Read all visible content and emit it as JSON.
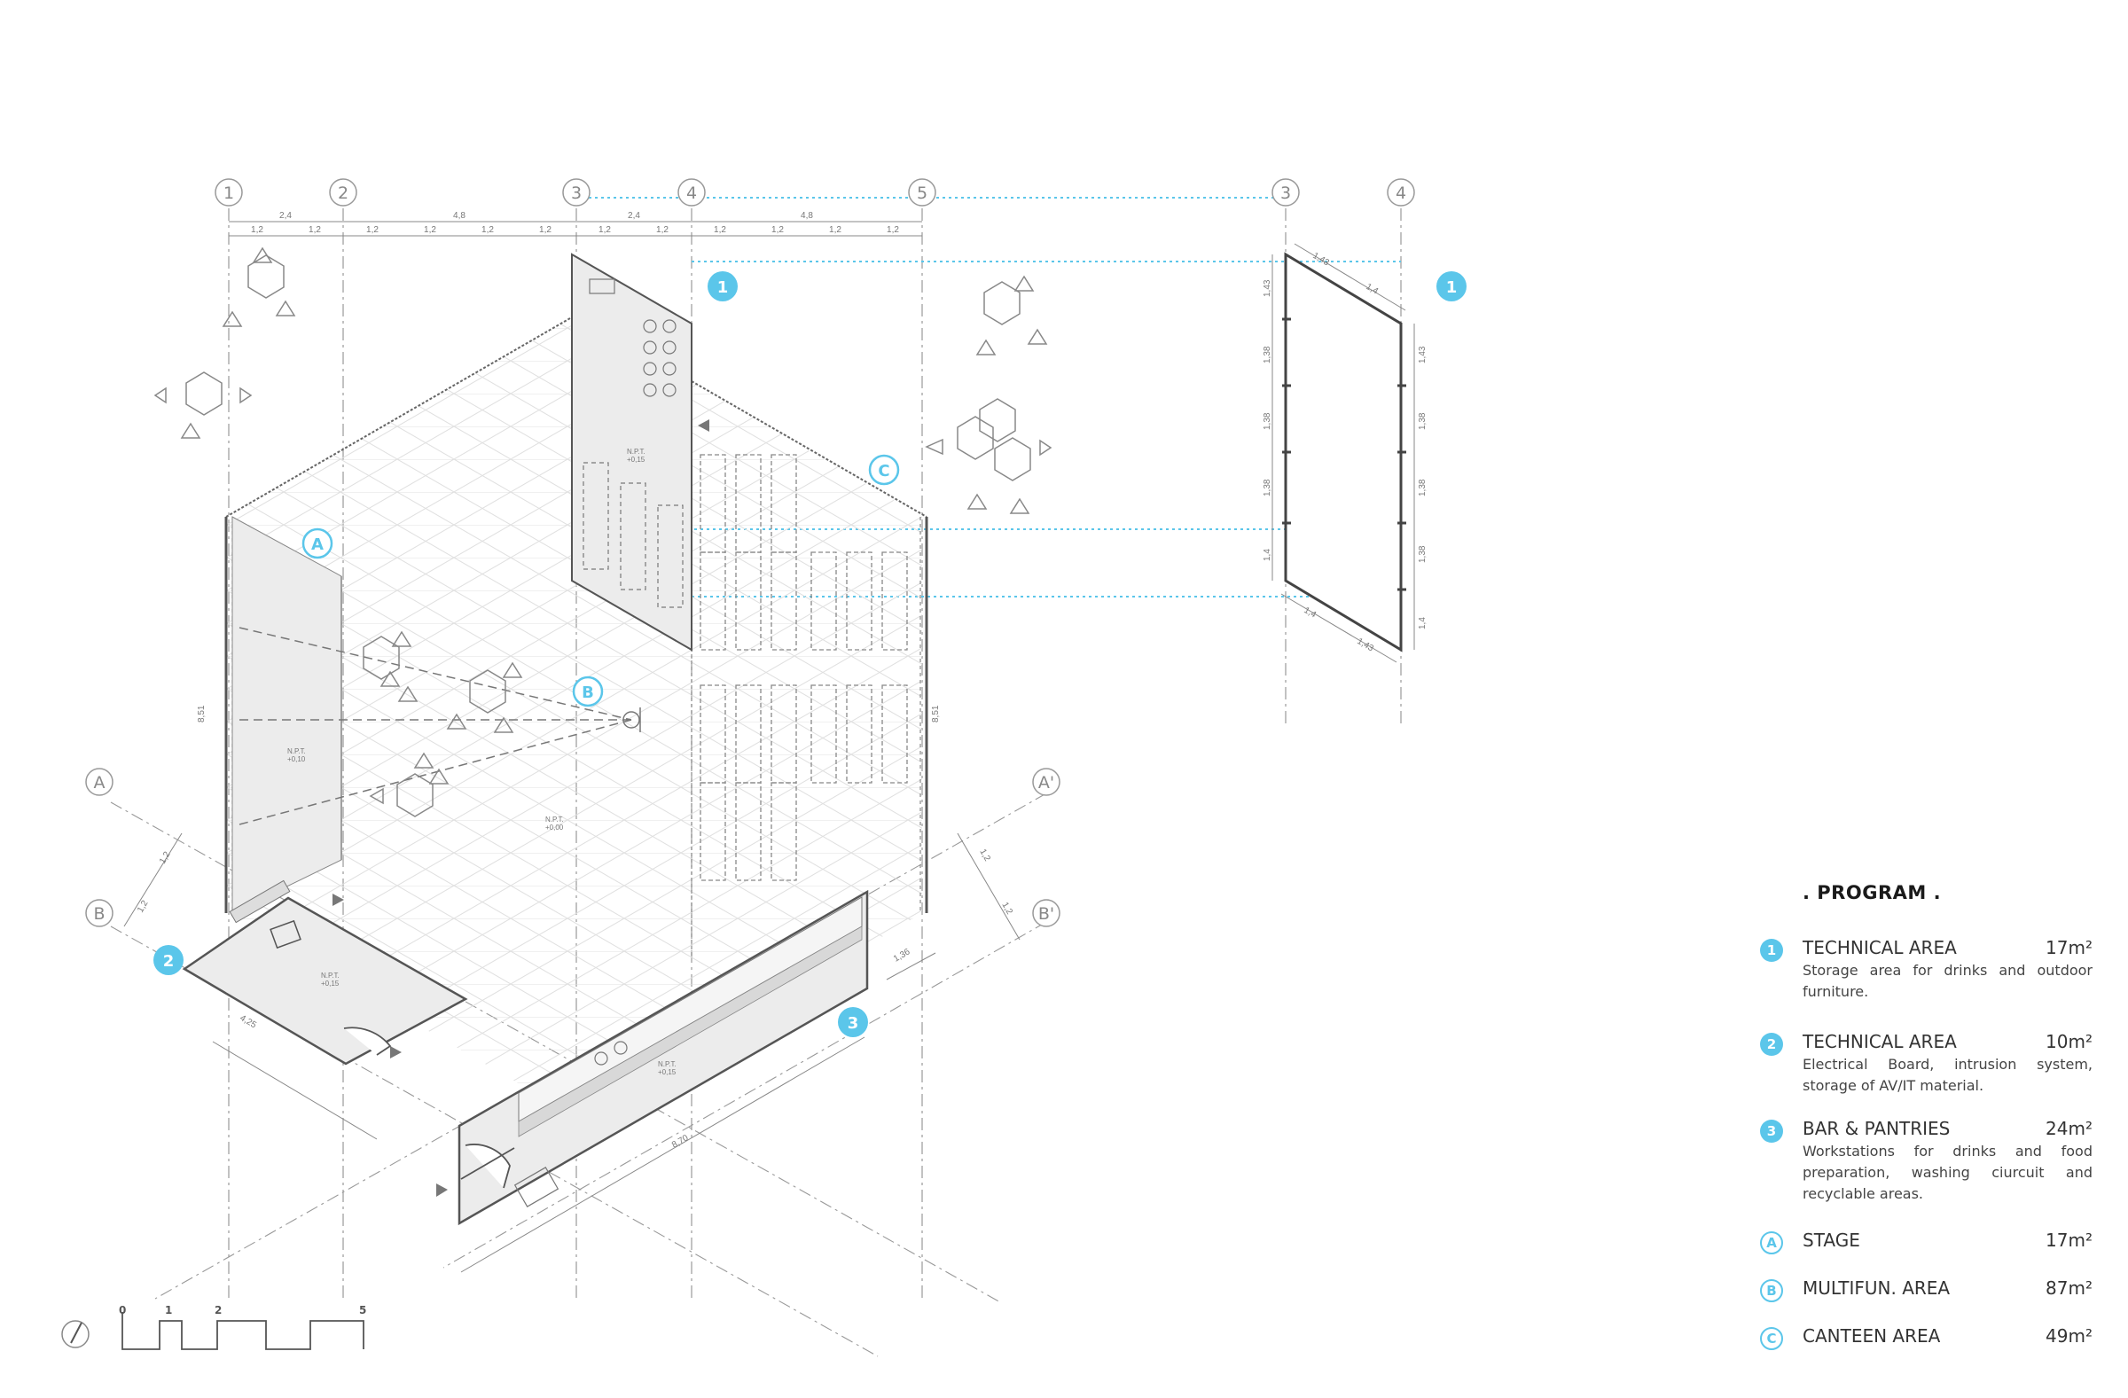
{
  "grid_top": {
    "numbers": [
      "1",
      "2",
      "3",
      "4",
      "5"
    ],
    "side_numbers": [
      "3",
      "4"
    ]
  },
  "dims_top": {
    "major": [
      "2,4",
      "4,8",
      "2,4",
      "4,8"
    ],
    "minor": [
      "1,2",
      "1,2",
      "1,2",
      "1,2",
      "1,2",
      "1,2",
      "1,2",
      "1,2",
      "1,2",
      "1,2",
      "1,2",
      "1,2"
    ]
  },
  "side_elevation": {
    "dims_left": [
      "1,43",
      "1,38",
      "1,38",
      "1,38",
      "1,4"
    ],
    "dims_right": [
      "1,43",
      "1,38",
      "1,38",
      "1,38",
      "1,4"
    ],
    "dims_top": [
      "1,43",
      "1,4"
    ],
    "dims_bottom": [
      "1,4",
      "1,43"
    ]
  },
  "grid_letters": {
    "a": "A",
    "b": "B",
    "a_prime": "A'",
    "b_prime": "B'"
  },
  "dims_diag": {
    "left_a": "1,2",
    "left_b": "1,2",
    "right_a": "1,2",
    "right_b": "1,2",
    "tech2": "4,25",
    "bar": "8,70",
    "bar_w": "1,36"
  },
  "height_dims": {
    "left": "8,51",
    "right": "8,51"
  },
  "level_labels": {
    "l1": "+0,15",
    "l2": "+0,10",
    "l3": "+0,00",
    "l4": "+0,15",
    "l5": "+0,15",
    "npt": "N.P.T."
  },
  "area_markers": {
    "one": "1",
    "two": "2",
    "three": "3",
    "a": "A",
    "b": "B",
    "c": "C"
  },
  "scale_bar": {
    "labels": [
      "0",
      "1",
      "2",
      "5"
    ]
  },
  "program": {
    "title": ". PROGRAM .",
    "items": [
      {
        "badge": "1",
        "name": "TECHNICAL AREA",
        "area": "17m²",
        "desc": "Storage area for drinks and outdoor furniture."
      },
      {
        "badge": "2",
        "name": "TECHNICAL AREA",
        "area": "10m²",
        "desc": "Electrical Board, intrusion system, storage of AV/IT material."
      },
      {
        "badge": "3",
        "name": "BAR & PANTRIES",
        "area": "24m²",
        "desc": "Workstations for drinks and food preparation, washing ciurcuit and recyclable areas."
      },
      {
        "badge": "A",
        "name": "STAGE",
        "area": "17m²",
        "desc": ""
      },
      {
        "badge": "B",
        "name": "MULTIFUN. AREA",
        "area": "87m²",
        "desc": ""
      },
      {
        "badge": "C",
        "name": "CANTEEN AREA",
        "area": "49m²",
        "desc": ""
      }
    ]
  },
  "colors": {
    "accent": "#5bc6ea",
    "line": "#555555",
    "thin": "#9a9a9a",
    "fill": "#ececec"
  }
}
